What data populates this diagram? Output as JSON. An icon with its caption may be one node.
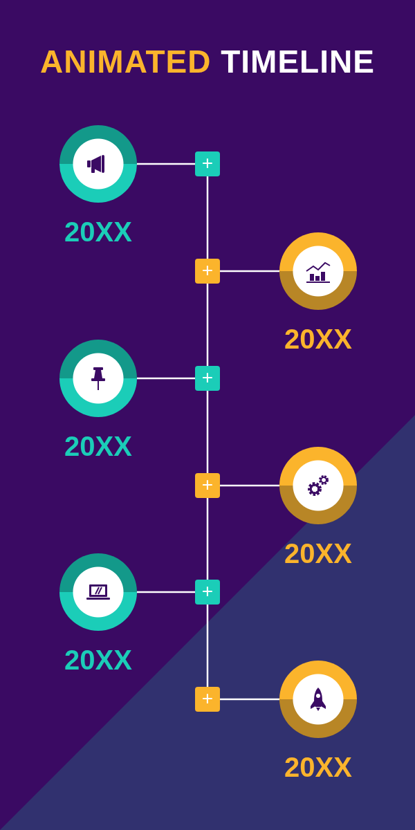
{
  "diagram": {
    "title": "ANIMATED TIMELINE",
    "nodes": [
      {
        "text": [],
        "shape": "circle",
        "beside": [
          "20XX"
        ]
      },
      {
        "text": [
          "+"
        ]
      },
      {
        "text": [
          "+"
        ]
      },
      {
        "text": [],
        "shape": "circle",
        "beside": [
          "20XX"
        ]
      },
      {
        "text": [],
        "shape": "circle",
        "beside": [
          "20XX"
        ]
      },
      {
        "text": [
          "+"
        ]
      },
      {
        "text": [
          "+"
        ]
      },
      {
        "text": [],
        "shape": "circle",
        "beside": [
          "20XX"
        ]
      },
      {
        "text": [],
        "shape": "circle",
        "beside": [
          "20XX"
        ]
      },
      {
        "text": [
          "+"
        ]
      },
      {
        "text": [
          "+"
        ]
      },
      {
        "text": [],
        "shape": "circle",
        "beside": [
          "20XX"
        ]
      }
    ],
    "edges": [
      {
        "from": 0,
        "to": 1,
        "arrow": "none"
      },
      {
        "from": 1,
        "to": 2,
        "arrow": "none"
      },
      {
        "from": 2,
        "to": 3,
        "arrow": "none"
      },
      {
        "from": 2,
        "to": 5,
        "arrow": "none"
      },
      {
        "from": 4,
        "to": 5,
        "arrow": "none"
      },
      {
        "from": 5,
        "to": 6,
        "arrow": "none"
      },
      {
        "from": 6,
        "to": 7,
        "arrow": "none"
      },
      {
        "from": 6,
        "to": 9,
        "arrow": "none"
      },
      {
        "from": 8,
        "to": 9,
        "arrow": "none"
      },
      {
        "from": 9,
        "to": 10,
        "arrow": "none"
      },
      {
        "from": 10,
        "to": 11,
        "arrow": "none"
      }
    ]
  }
}
